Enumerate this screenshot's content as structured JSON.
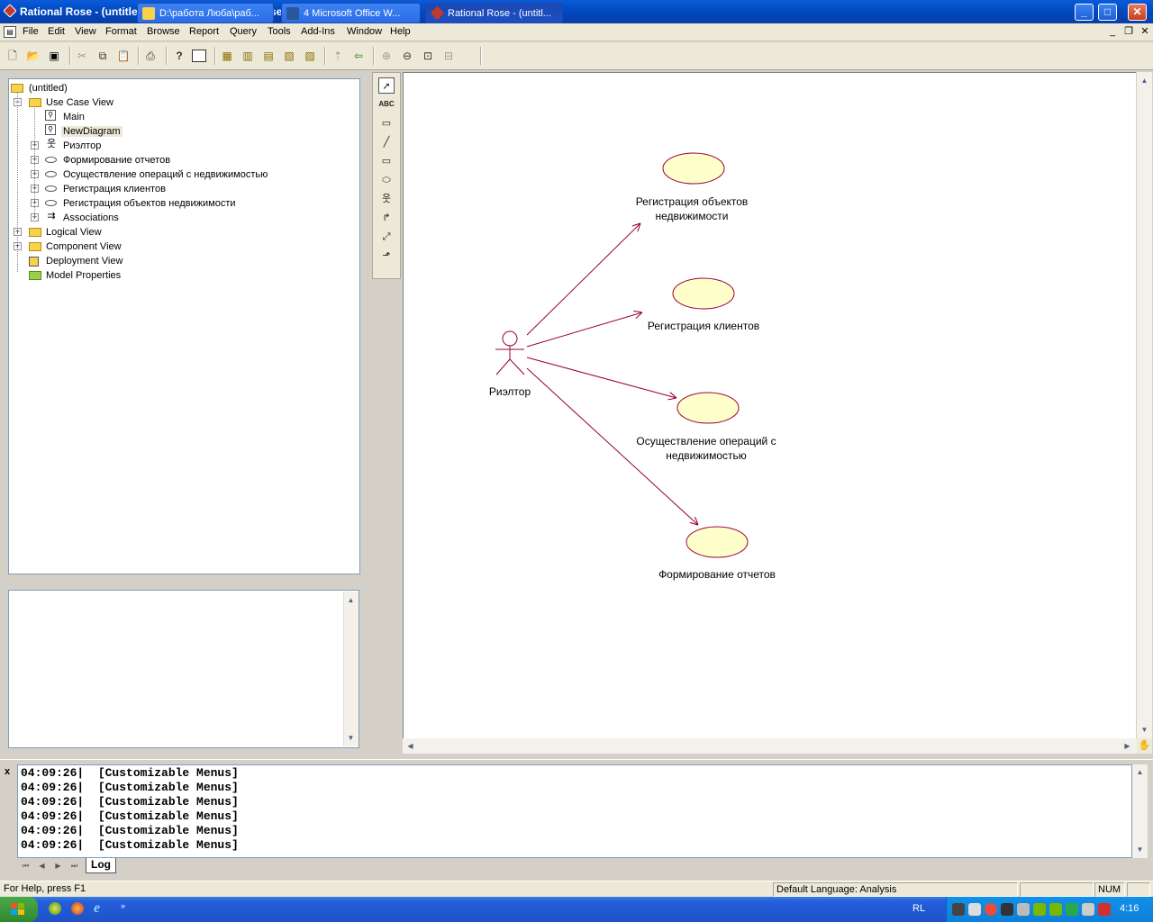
{
  "window": {
    "title": "Rational Rose - (untitled) - [Use Case Diagram: Use Case View / NewDiagram]",
    "controls": {
      "minimize": "_",
      "maximize": "□",
      "close": "✕"
    }
  },
  "menu": {
    "items": [
      "File",
      "Edit",
      "View",
      "Format",
      "Browse",
      "Report",
      "Query",
      "Tools",
      "Add-Ins",
      "Window",
      "Help"
    ]
  },
  "toolbar": {
    "buttons": [
      "new-icon",
      "open-icon",
      "save-icon",
      "cut-icon",
      "copy-icon",
      "paste-icon",
      "print-icon",
      "context-help-icon",
      "view-doc-icon",
      "browse-class-icon",
      "browse-interaction-icon",
      "browse-component-icon",
      "browse-deployment-icon",
      "browse-parent-icon",
      "browse-previous-icon",
      "zoom-in-icon",
      "zoom-out-icon",
      "fit-in-window-icon",
      "undo-fit-icon"
    ]
  },
  "tree": {
    "root": "(untitled)",
    "use_case_view": "Use Case View",
    "main": "Main",
    "new_diagram": "NewDiagram",
    "actor": "Риэлтор",
    "uc1": "Формирование отчетов",
    "uc2": "Осуществление операций с недвижимостью",
    "uc3": "Регистрация клиентов",
    "uc4": "Регистрация объектов недвижимости",
    "associations": "Associations",
    "logical_view": "Logical View",
    "component_view": "Component View",
    "deployment_view": "Deployment View",
    "model_properties": "Model Properties"
  },
  "toolbox": {
    "tools": [
      "selection-arrow-icon",
      "text-box-icon",
      "note-icon",
      "anchor-note-icon",
      "package-icon",
      "use-case-icon",
      "actor-icon",
      "unidirectional-association-icon",
      "dependency-icon",
      "generalization-icon"
    ],
    "text_label": "ABC"
  },
  "diagram": {
    "actor_name": "Риэлтор",
    "use_cases": [
      {
        "line1": "Регистрация объектов",
        "line2": "недвижимости"
      },
      {
        "line1": "Регистрация клиентов",
        "line2": ""
      },
      {
        "line1": "Осуществление операций с",
        "line2": "недвижимостью"
      },
      {
        "line1": "Формирование отчетов",
        "line2": ""
      }
    ],
    "colors": {
      "use_case_fill": "#ffffcc",
      "use_case_stroke": "#990033",
      "line": "#990033"
    }
  },
  "log": {
    "lines": [
      "04:09:26|  [Customizable Menus]",
      "04:09:26|  [Customizable Menus]",
      "04:09:26|  [Customizable Menus]",
      "04:09:26|  [Customizable Menus]",
      "04:09:26|  [Customizable Menus]",
      "04:09:26|  [Customizable Menus]"
    ],
    "tab": "Log",
    "close": "x"
  },
  "status": {
    "help": "For Help, press F1",
    "language": "Default Language: Analysis",
    "num": "NUM"
  },
  "taskbar": {
    "tasks": [
      "D:\\работа Люба\\раб...",
      "4 Microsoft Office W...",
      "Rational Rose - (untitl..."
    ],
    "lang": "RL",
    "clock": "4:16"
  }
}
